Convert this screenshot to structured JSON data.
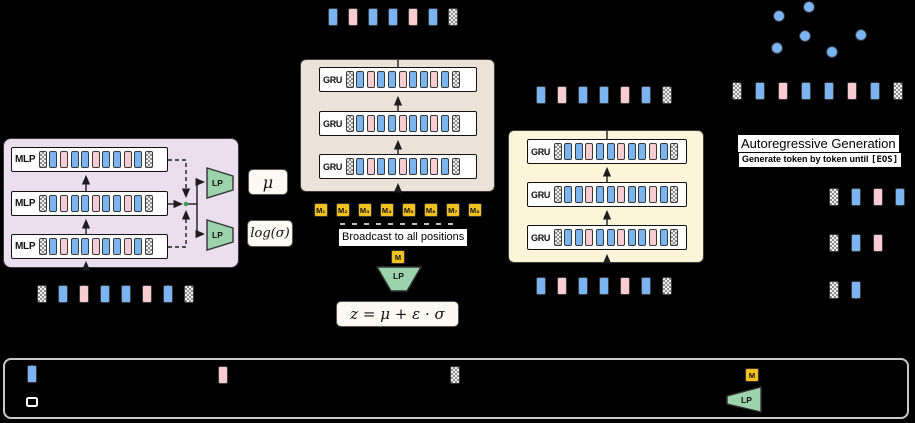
{
  "colors": {
    "background": "#000000",
    "token_blue": "#7ab5f1",
    "token_pink": "#f8cdd2",
    "token_special_gray": "#bdbdbd",
    "memory_yellow": "#f2c11e",
    "lp_green": "#9cd2ac",
    "panel_encoder_bg": "#eadeef",
    "panel_latent_bg": "#ece3d8",
    "panel_decoder_bg": "#fdf5da",
    "math_box_bg": "#fafaf2"
  },
  "encoder": {
    "block_label": "MLP",
    "rows": [
      "GBPBBPBBPBG",
      "GBPBBPBBPBG",
      "GBPBBPBBPBG"
    ],
    "input_tokens": "GBPBBPBG",
    "lp_label": "LP",
    "mu_label": "μ",
    "log_sigma_label": "log(σ)"
  },
  "latent": {
    "z_formula": "z = μ + ε · σ",
    "lp_label": "LP",
    "m_label": "M",
    "broadcast_label": "Broadcast to all positions",
    "memory_tokens": [
      "M₁",
      "M₂",
      "M₃",
      "M₄",
      "M₅",
      "M₆",
      "M₇",
      "M₈"
    ]
  },
  "memory_encoder": {
    "block_label": "GRU",
    "rows": [
      "GBPBBPBBPBG",
      "GBPBBPBBPBG",
      "GBPBBPBBPBG"
    ],
    "output_tokens": "BPBBPBG"
  },
  "decoder": {
    "block_label": "GRU",
    "rows": [
      "GBBPBBPBBPBG",
      "GBBPBBPBBPBG",
      "GBBPBBPBBPBG"
    ],
    "input_tokens": "BPBBPBG",
    "output_tokens": "BPBBPBG"
  },
  "generation": {
    "title": "Autoregressive Generation",
    "subtitle_prefix": "Generate token by token until",
    "subtitle_code": "[EOS]",
    "sampled_tokens": "GBPBBPBG",
    "steps": [
      "GBPB",
      "GBP",
      "GB"
    ],
    "scatter_dots": [
      [
        809,
        7
      ],
      [
        779,
        16
      ],
      [
        805,
        36
      ],
      [
        861,
        35
      ],
      [
        777,
        48
      ],
      [
        832,
        52
      ]
    ]
  },
  "legend": {
    "token_blue": "B",
    "token_pink": "P",
    "token_special": "G",
    "m_label": "M",
    "lp_label": "LP"
  }
}
